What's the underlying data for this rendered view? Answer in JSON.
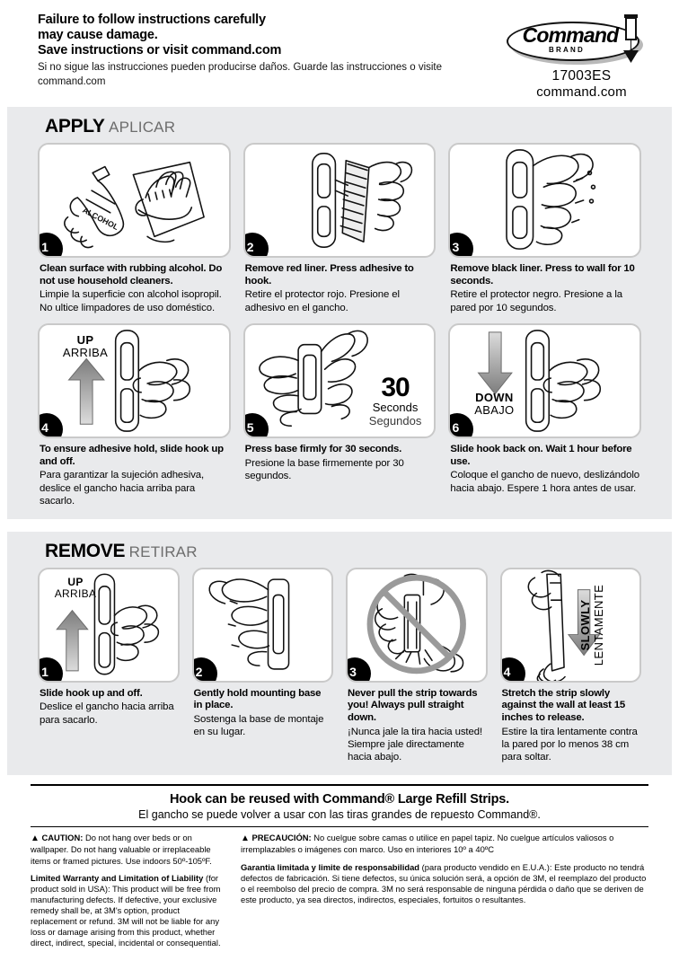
{
  "header": {
    "warning_en": "Failure to follow instructions carefully may cause damage.\nSave instructions or visit command.com",
    "warning_line1": "Failure to follow instructions carefully",
    "warning_line2": "may cause damage.",
    "warning_line3": "Save instructions or visit command.com",
    "warning_es": "Si no sigue las instrucciones pueden producirse daños. Guarde las instrucciones o visite command.com",
    "logo_text": "Command",
    "logo_brand": "BRAND",
    "sku": "17003ES",
    "website": "command.com"
  },
  "apply": {
    "title_en": "APPLY",
    "title_es": "APLICAR",
    "steps": [
      {
        "number": "1",
        "en": "Clean surface with rubbing alcohol. Do not use household cleaners.",
        "es": "Limpie la superficie con alcohol isopropil. No ultice limpadores de uso doméstico.",
        "graphic": "hand-holding-alcohol-bottle-and-wiping-cloth",
        "bottle_label": "ALCOHOL"
      },
      {
        "number": "2",
        "en": "Remove red liner. Press adhesive to hook.",
        "es": "Retire el protector rojo. Presione el adhesivo en el gancho.",
        "graphic": "hand-peeling-red-liner-from-strip"
      },
      {
        "number": "3",
        "en": "Remove black liner. Press to wall for 10 seconds.",
        "es": "Retire el protector negro. Presione a la pared por 10 segundos.",
        "graphic": "hand-pressing-strip-to-wall"
      },
      {
        "number": "4",
        "en": "To ensure adhesive hold, slide hook up and off.",
        "es": "Para garantizar la sujeción adhesiva, deslice el gancho hacia arriba para sacarlo.",
        "graphic": "hand-sliding-hook-up-off-base",
        "label_en": "UP",
        "label_es": "ARRIBA",
        "arrow": "up-arrow"
      },
      {
        "number": "5",
        "en": "Press base firmly for 30 seconds.",
        "es": "Presione la base firmemente por 30 segundos.",
        "graphic": "two-hands-pressing-mounting-base",
        "count_value": "30",
        "count_en": "Seconds",
        "count_es": "Segundos"
      },
      {
        "number": "6",
        "en": "Slide hook back on. Wait 1 hour before use.",
        "es": "Coloque el gancho de nuevo, deslizándolo hacia abajo. Espere 1 hora antes de usar.",
        "graphic": "hand-sliding-hook-back-down-onto-base",
        "label_en": "DOWN",
        "label_es": "ABAJO",
        "arrow": "down-arrow"
      }
    ]
  },
  "remove": {
    "title_en": "REMOVE",
    "title_es": "RETIRAR",
    "steps": [
      {
        "number": "1",
        "en": "Slide hook up and off.",
        "es": "Deslice el gancho hacia arriba para sacarlo.",
        "graphic": "hand-sliding-hook-up-off-base",
        "label_en": "UP",
        "label_es": "ARRIBA",
        "arrow": "up-arrow"
      },
      {
        "number": "2",
        "en": "Gently hold mounting base in place.",
        "es": "Sostenga la base de montaje en su lugar.",
        "graphic": "hand-holding-mounting-base"
      },
      {
        "number": "3",
        "en": "Never pull the strip towards you! Always pull straight down.",
        "es": "¡Nunca jale la tira hacia usted! Siempre jale directamente hacia abajo.",
        "graphic": "prohibited-pulling-strip-toward-you",
        "overlay": "no-symbol-circle-slash"
      },
      {
        "number": "4",
        "en": "Stretch the strip slowly against the wall at least 15 inches to release.",
        "es": "Estire la tira lentamente contra la pared por lo menos 38 cm para soltar.",
        "graphic": "hand-stretching-strip-down-along-wall",
        "label_en": "SLOWLY",
        "label_es": "LENTAMENTE",
        "arrow": "down-arrow"
      }
    ]
  },
  "footer": {
    "reuse_en": "Hook can be reused with Command® Large Refill Strips.",
    "reuse_es": "El gancho se puede volver a usar con las tiras grandes de repuesto Command®.",
    "caution_label_en": "CAUTION:",
    "caution_body_en": "Do not hang over beds or on wallpaper. Do not hang valuable or irreplaceable items or framed pictures. Use indoors 50º-105ºF.",
    "warranty_label_en": "Limited Warranty and Limitation of Liability",
    "warranty_body_en": "(for product sold in USA): This product will be free from manufacturing defects. If defective, your exclusive remedy shall be, at 3M's option, product replacement or refund. 3M will not be liable for any loss or damage arising from this product, whether direct, indirect, special, incidental or consequential.",
    "caution_label_es": "PRECAUCIÓN:",
    "caution_body_es": "No cuelgue sobre camas o utilice en papel tapiz. No cuelgue artículos valiosos o irremplazables o imágenes con marco. Uso en interiores 10º a 40ºC",
    "warranty_label_es": "Garantia limitada y limite de responsabilidad",
    "warranty_body_es": "(para producto vendido en E.U.A.): Este producto no tendrá defectos de fabricación. Si tiene defectos, su única solución será, a opción de 3M, el reemplazo del producto o el reembolso del precio de compra. 3M no será responsable de ninguna pérdida o daño que se deriven de este producto, ya sea directos, indirectos, especiales, fortuitos o resultantes."
  },
  "colors": {
    "band_bg": "#e9eaec",
    "panel_border": "#c9c9c9",
    "badge_bg": "#000000",
    "arrow_gray": "#8c8c8c",
    "title_es_gray": "#6d6d6d"
  }
}
